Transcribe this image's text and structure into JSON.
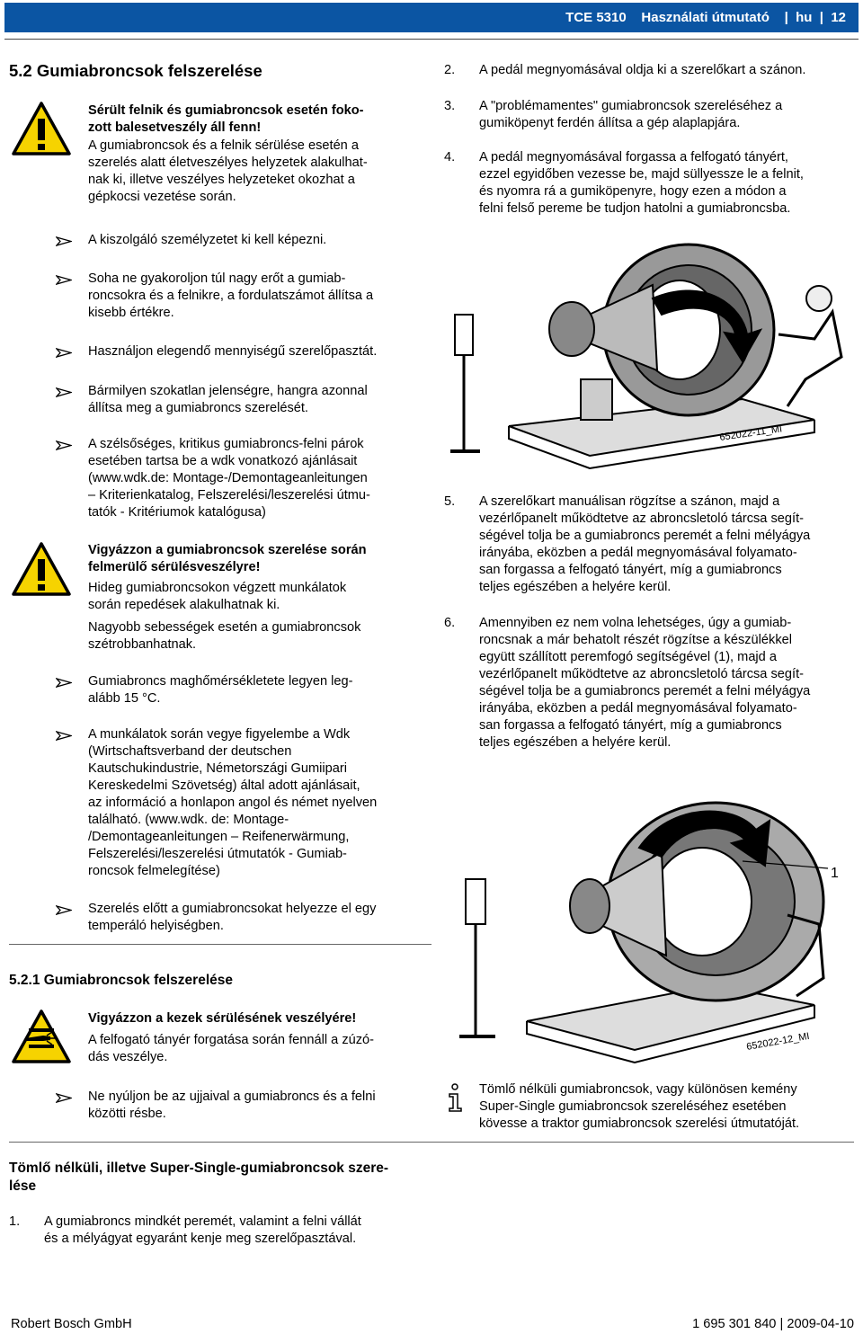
{
  "header": {
    "product": "TCE 5310",
    "doc": "Használati útmutató",
    "lang": "hu",
    "page": "12"
  },
  "section": {
    "title": "5.2 Gumiabroncsok felszerelése"
  },
  "warning1": {
    "title_lines": [
      "Sérült felnik és gumiabroncsok esetén foko-",
      "zott balesetveszély áll fenn!"
    ],
    "body_lines": [
      "A gumiabroncsok és a felnik sérülése esetén a",
      "szerelés alatt életveszélyes helyzetek alakulhat-",
      "nak ki, illetve veszélyes helyzeteket okozhat a",
      "gépkocsi vezetése során."
    ]
  },
  "bullets1": [
    [
      "A kiszolgáló személyzetet ki kell képezni."
    ],
    [
      "Soha ne gyakoroljon túl nagy erőt a gumiab-",
      "roncsokra és a felnikre, a fordulatszámot állítsa a",
      "kisebb értékre."
    ],
    [
      "Használjon elegendő mennyiségű szerelőpasztát."
    ],
    [
      "Bármilyen szokatlan jelenségre, hangra azonnal",
      "állítsa meg a gumiabroncs szerelését."
    ],
    [
      "A szélsőséges, kritikus gumiabroncs-felni párok",
      "esetében tartsa be a wdk vonatkozó ajánlásait",
      "(www.wdk.de: Montage-/Demontageanleitungen",
      "– Kriterienkatalog, Felszerelési/leszerelési útmu-",
      "tatók - Kritériumok katalógusa)"
    ]
  ],
  "warning2": {
    "title_lines": [
      "Vigyázzon a gumiabroncsok szerelése során",
      "felmerülő sérülésveszélyre!"
    ],
    "body1_lines": [
      "Hideg gumiabroncsokon végzett munkálatok",
      "során repedések alakulhatnak ki."
    ],
    "body2_lines": [
      "Nagyobb sebességek esetén a gumiabroncsok",
      "szétrobbanhatnak."
    ]
  },
  "bullets2": [
    [
      "Gumiabroncs maghőmérsékletete legyen  leg-",
      "alább 15 °C."
    ],
    [
      "A munkálatok során vegye figyelembe a Wdk",
      "(Wirtschaftsverband der deutschen",
      "Kautschukindustrie, Németországi Gumiipari",
      "Kereskedelmi Szövetség) által adott ajánlásait,",
      "az információ a honlapon angol és német nyelven",
      "található. (www.wdk. de: Montage-",
      "/Demontageanleitungen – Reifenerwärmung,",
      "Felszerelési/leszerelési útmutatók - Gumiab-",
      "roncsok felmelegítése)"
    ],
    [
      "Szerelés előtt a gumiabroncsokat helyezze el egy",
      "temperáló helyiségben."
    ]
  ],
  "subsection": {
    "title": "5.2.1 Gumiabroncsok felszerelése"
  },
  "warning3": {
    "title": "Vigyázzon a kezek sérülésének veszélyére!",
    "body_lines": [
      "A felfogató tányér forgatása során fennáll a zúzó-",
      "dás veszélye."
    ]
  },
  "bullet3": [
    "Ne nyúljon be az ujjaival a gumiabroncs és a felni",
    "közötti résbe."
  ],
  "tubeless": {
    "title_lines": [
      "Tömlő nélküli, illetve Super-Single-gumiabroncsok szere-",
      "lése"
    ],
    "step1_num": "1.",
    "step1_lines": [
      "A gumiabroncs mindkét peremét, valamint a felni vállát",
      "és a mélyágyat egyaránt kenje meg szerelőpasztával."
    ]
  },
  "steps_right": {
    "s2_num": "2.",
    "s2_lines": [
      "A pedál megnyomásával oldja ki a szerelőkart a szánon."
    ],
    "s3_num": "3.",
    "s3_lines": [
      "A \"problémamentes\" gumiabroncsok szereléséhez a",
      "gumiköpenyt ferdén állítsa a gép alaplapjára."
    ],
    "s4_num": "4.",
    "s4_lines": [
      "A pedál megnyomásával forgassa a felfogató tányért,",
      "ezzel egyidőben vezesse be, majd süllyessze le a felnit,",
      "és nyomra rá a gumiköpenyre, hogy ezen a módon a",
      "felni felső pereme be tudjon hatolni a gumiabroncsba."
    ],
    "s5_num": "5.",
    "s5_lines": [
      "A szerelőkart manuálisan rögzítse a szánon, majd a",
      "vezérlőpanelt működtetve az abroncsletoló tárcsa segít-",
      "ségével tolja be a gumiabroncs peremét a felni mélyágya",
      "irányába, eközben a pedál megnyomásával folyamato-",
      "san forgassa a felfogató tányért, míg a gumiabroncs",
      "teljes egészében a helyére kerül."
    ],
    "s6_num": "6.",
    "s6_lines": [
      "Amennyiben ez nem volna lehetséges, úgy a gumiab-",
      "roncsnak a már behatolt részét rögzítse a készülékkel",
      "együtt szállított peremfogó segítségével (1), majd a",
      "vezérlőpanelt működtetve az abroncsletoló tárcsa segít-",
      "ségével tolja be a gumiabroncs peremét a felni mélyágya",
      "irányába, eközben a pedál megnyomásával folyamato-",
      "san forgassa a felfogató tányért, míg a gumiabroncs",
      "teljes egészében a helyére kerül."
    ]
  },
  "figures": {
    "fig1_label": "652022-11_MI",
    "fig2_label": "652022-12_MI",
    "fig2_callout": "1"
  },
  "note": {
    "icon_glyph": "i",
    "lines": [
      "Tömlő nélküli gumiabroncsok, vagy különösen kemény",
      "Super-Single gumiabroncsok szereléséhez esetében",
      "kövesse a traktor gumiabroncsok szerelési útmutatóját."
    ]
  },
  "footer": {
    "company": "Robert Bosch GmbH",
    "docnum": "1 695 301 840",
    "date": "2009-04-10"
  }
}
